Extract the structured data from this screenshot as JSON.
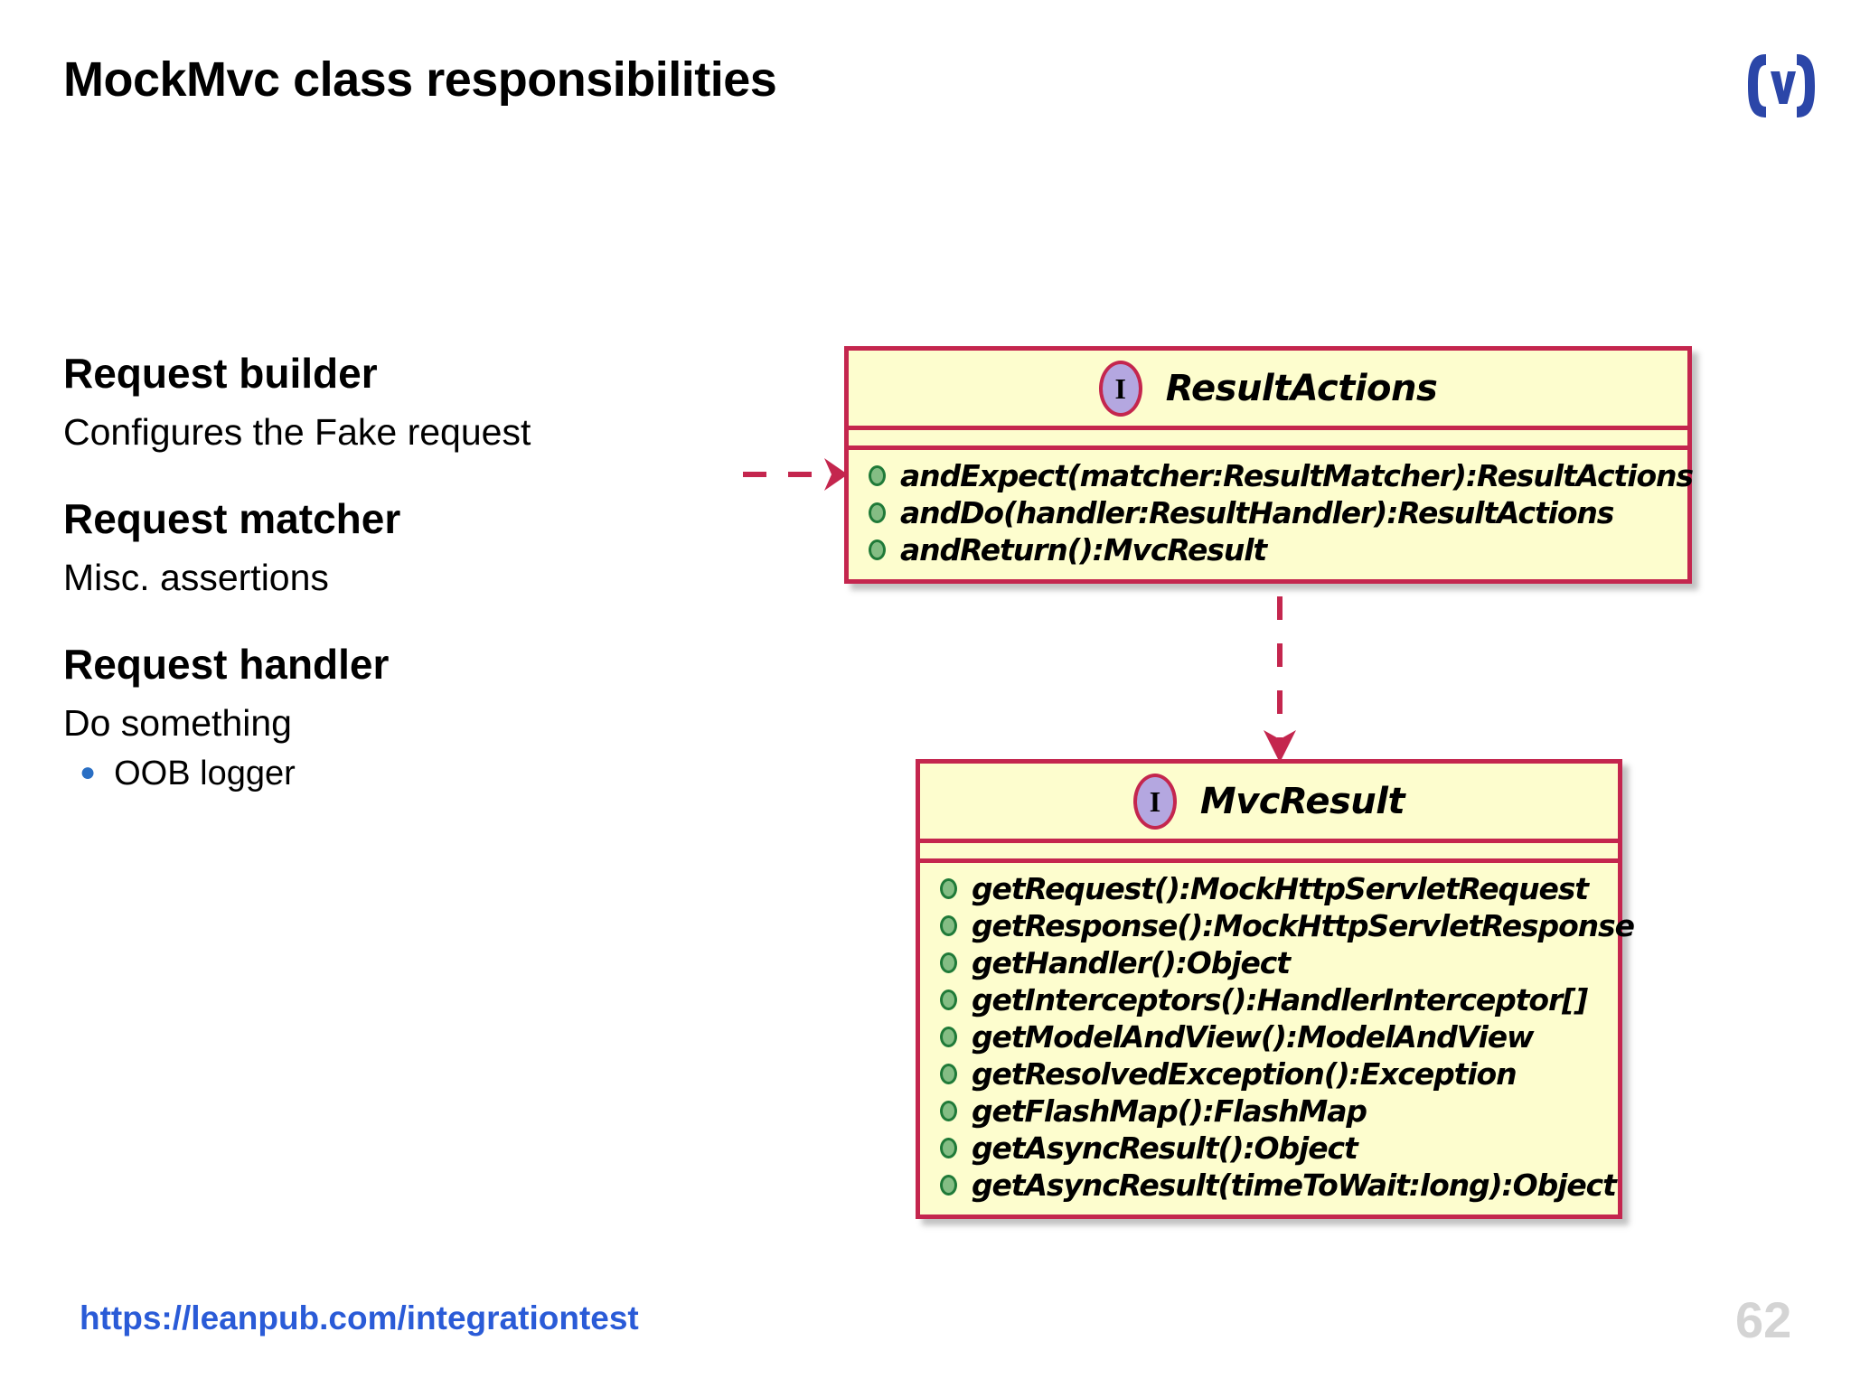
{
  "slide": {
    "title": "MockMvc class responsibilities",
    "page_number": "62",
    "footer_link": "https://leanpub.com/integrationtest",
    "logo_alt": "(v)"
  },
  "left_column": {
    "sections": [
      {
        "heading": "Request builder",
        "body": "Configures the Fake request",
        "bullets": []
      },
      {
        "heading": "Request matcher",
        "body": "Misc. assertions",
        "bullets": []
      },
      {
        "heading": "Request handler",
        "body": "Do something",
        "bullets": [
          "OOB logger"
        ]
      }
    ]
  },
  "diagram": {
    "type": "uml-class-diagram",
    "colors": {
      "class_fill": "#fdfdce",
      "class_border": "#c4264e",
      "interface_icon_fill": "#b4a7e0",
      "visibility_public_fill": "#84bd84",
      "connector": "#c4264e",
      "bullet_accent": "#2a6fc4",
      "link": "#2a5bd7",
      "page_number": "#d4d4d4"
    },
    "classes": [
      {
        "name": "ResultActions",
        "stereotype_glyph": "I",
        "stereotype": "interface",
        "attributes": [],
        "methods": [
          "andExpect(matcher:ResultMatcher):ResultActions",
          "andDo(handler:ResultHandler):ResultActions",
          "andReturn():MvcResult"
        ]
      },
      {
        "name": "MvcResult",
        "stereotype_glyph": "I",
        "stereotype": "interface",
        "attributes": [],
        "methods": [
          "getRequest():MockHttpServletRequest",
          "getResponse():MockHttpServletResponse",
          "getHandler():Object",
          "getInterceptors():HandlerInterceptor[]",
          "getModelAndView():ModelAndView",
          "getResolvedException():Exception",
          "getFlashMap():FlashMap",
          "getAsyncResult():Object",
          "getAsyncResult(timeToWait:long):Object"
        ]
      }
    ],
    "connectors": [
      {
        "id": "incoming-dependency",
        "style": "dashed",
        "direction": "right",
        "target": "ResultActions"
      },
      {
        "id": "resultactions-to-mvcresult",
        "style": "dashed",
        "direction": "down",
        "source": "ResultActions",
        "target": "MvcResult"
      }
    ]
  }
}
